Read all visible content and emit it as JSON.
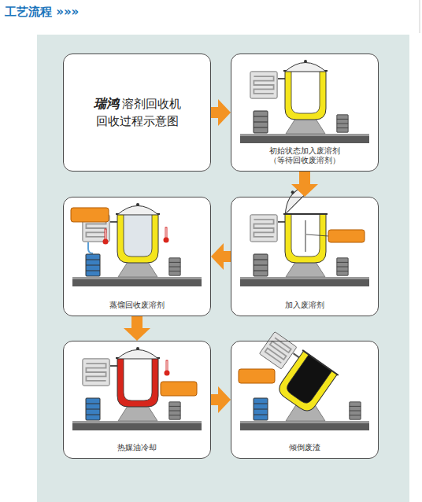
{
  "diagram": {
    "title": "工艺流程 »»»",
    "nodes": [
      {
        "text": [
          "瑞鸿",
          "溶剂回收机 回收过程示意图"
        ]
      },
      {
        "text": [
          "初始状态加入废溶剂 （等待回收废溶剂）"
        ]
      },
      {
        "text": [
          "加入废溶剂"
        ]
      },
      {
        "text": [
          "蒸馏回收废溶剂"
        ]
      },
      {
        "text": [
          "热媒油冷却"
        ]
      },
      {
        "text": [
          "倾倒废渣"
        ]
      }
    ],
    "edges": [
      {
        "from": 0,
        "to": 1,
        "arrow": "to"
      },
      {
        "from": 1,
        "to": 2,
        "arrow": "to"
      },
      {
        "from": 2,
        "to": 3,
        "arrow": "to"
      },
      {
        "from": 3,
        "to": 4,
        "arrow": "to"
      },
      {
        "from": 4,
        "to": 5,
        "arrow": "to"
      }
    ]
  }
}
